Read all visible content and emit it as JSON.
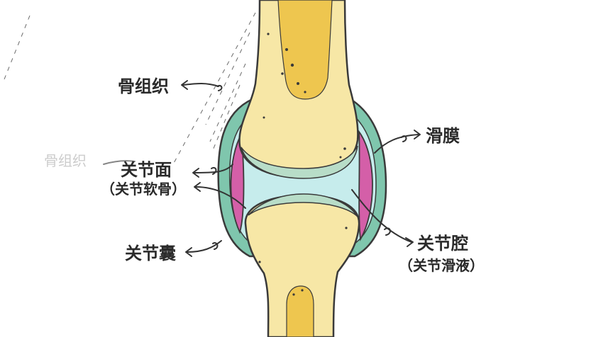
{
  "labels": {
    "bone_tissue": "骨组织",
    "synovial_membrane": "滑膜",
    "articular_surface": "关节面",
    "articular_cartilage": "（关节软骨）",
    "articular_cavity": "关节腔",
    "synovial_fluid": "（关节滑液）",
    "joint_capsule": "关节囊",
    "ghost_text": "骨组织"
  },
  "colors": {
    "bone": "#f7e7a6",
    "marrow": "#eec64f",
    "cartilage": "#b8ddc8",
    "capsule": "#7fc6ad",
    "cavity": "#c6ecec",
    "synovium": "#d45fa8",
    "outline": "#3a3a3a"
  }
}
